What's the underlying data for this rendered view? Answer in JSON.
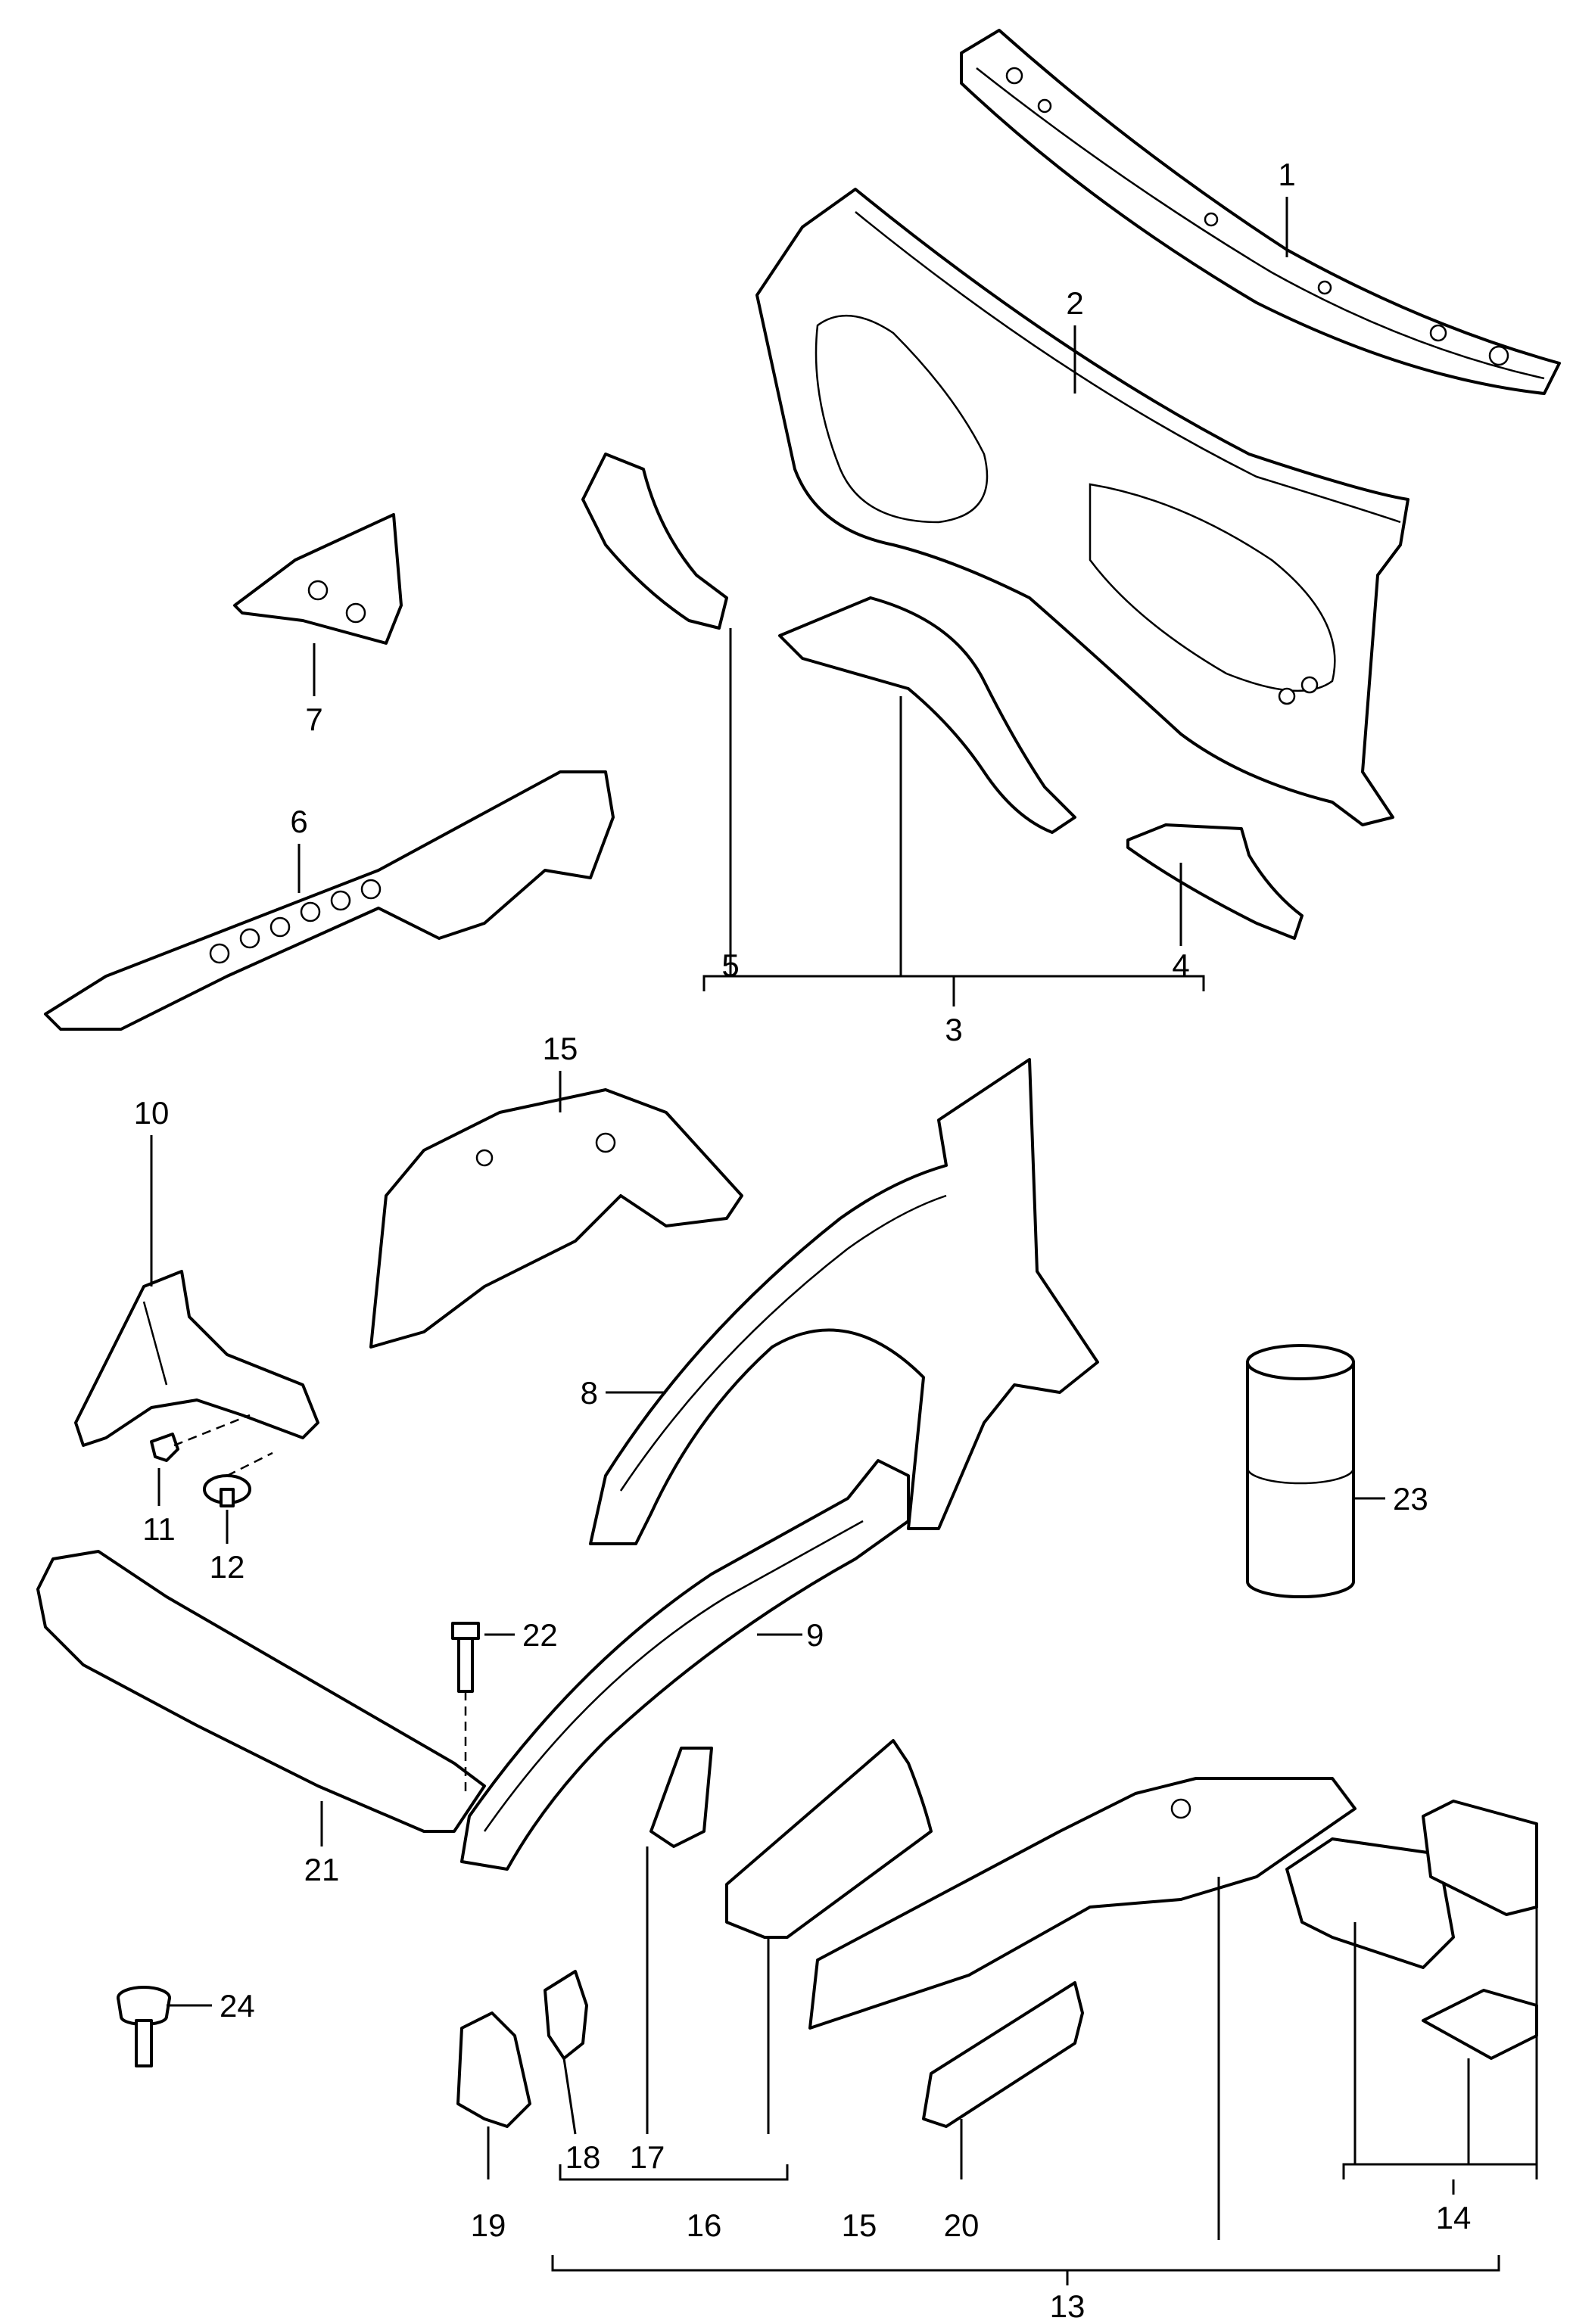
{
  "diagram": {
    "callouts": [
      {
        "id": "c1",
        "label": "1"
      },
      {
        "id": "c2",
        "label": "2"
      },
      {
        "id": "c3",
        "label": "3"
      },
      {
        "id": "c4",
        "label": "4"
      },
      {
        "id": "c5",
        "label": "5"
      },
      {
        "id": "c6",
        "label": "6"
      },
      {
        "id": "c7",
        "label": "7"
      },
      {
        "id": "c8",
        "label": "8"
      },
      {
        "id": "c9",
        "label": "9"
      },
      {
        "id": "c10",
        "label": "10"
      },
      {
        "id": "c11",
        "label": "11"
      },
      {
        "id": "c12",
        "label": "12"
      },
      {
        "id": "c13",
        "label": "13"
      },
      {
        "id": "c14",
        "label": "14"
      },
      {
        "id": "c15a",
        "label": "15"
      },
      {
        "id": "c15b",
        "label": "15"
      },
      {
        "id": "c16",
        "label": "16"
      },
      {
        "id": "c17",
        "label": "17"
      },
      {
        "id": "c18",
        "label": "18"
      },
      {
        "id": "c19",
        "label": "19"
      },
      {
        "id": "c20",
        "label": "20"
      },
      {
        "id": "c21",
        "label": "21"
      },
      {
        "id": "c22",
        "label": "22"
      },
      {
        "id": "c23",
        "label": "23"
      },
      {
        "id": "c24",
        "label": "24"
      }
    ]
  }
}
